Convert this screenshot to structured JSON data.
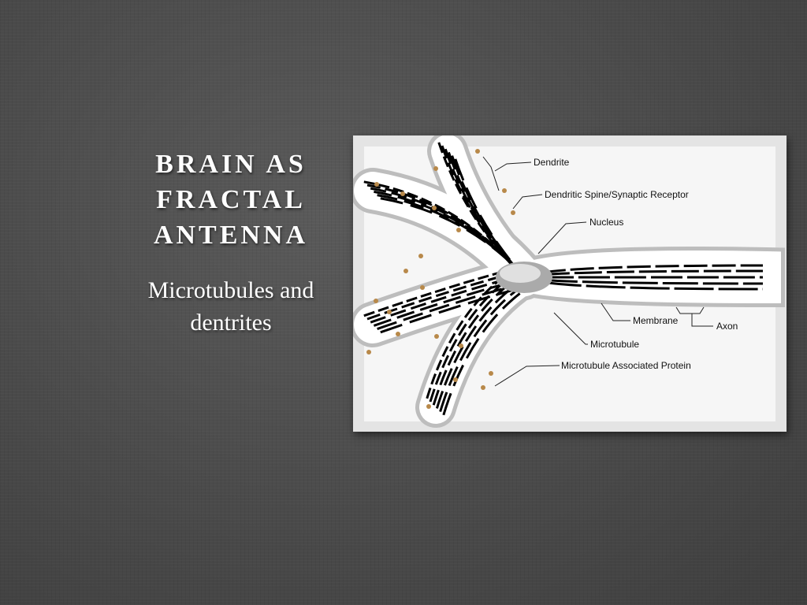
{
  "slide": {
    "title_lines": [
      "BRAIN AS",
      "FRACTAL",
      "ANTENNA"
    ],
    "subtitle_lines": [
      "Microtubules and",
      "dentrites"
    ]
  },
  "diagram": {
    "labels": {
      "dendrite": "Dendrite",
      "spine": "Dendritic Spine/Synaptic Receptor",
      "nucleus": "Nucleus",
      "membrane": "Membrane",
      "axon": "Axon",
      "microtubule": "Microtubule",
      "map": "Microtubule Associated Protein"
    },
    "colors": {
      "spine": "#b8894a",
      "membrane": "#bdbdbd"
    }
  }
}
